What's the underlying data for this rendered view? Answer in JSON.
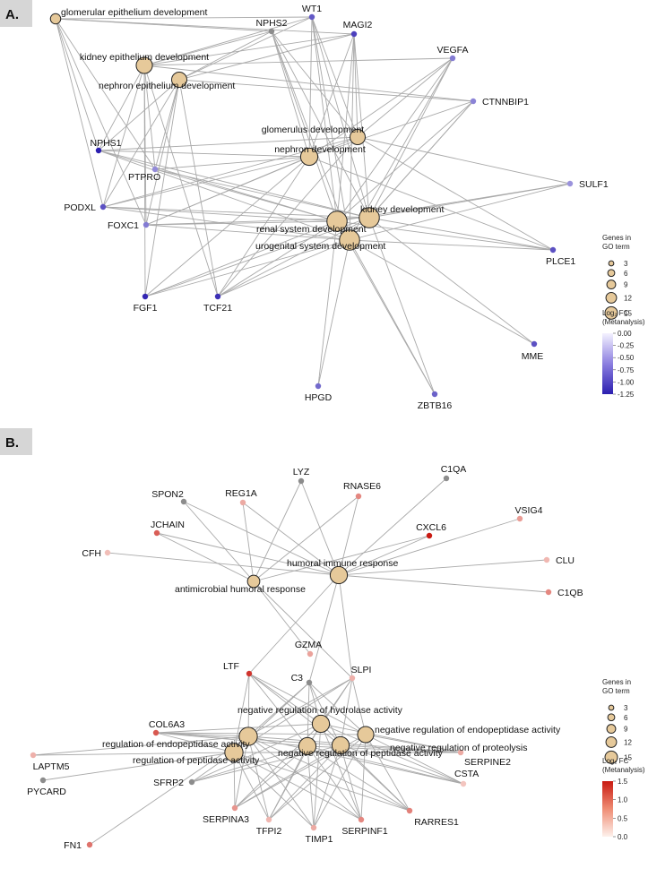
{
  "panels": [
    {
      "id": "A",
      "tag": "A.",
      "gradient": {
        "low": "#2c1fb0",
        "high": "#f2efff"
      },
      "legend": {
        "size_title": [
          "Genes in",
          "GO term"
        ],
        "size_ticks": [
          "3",
          "6",
          "9",
          "12",
          "15"
        ],
        "fc_title": [
          "Log₂ FC",
          "(Metanalysis)"
        ],
        "fc_ticks": [
          "0.00",
          "-0.25",
          "-0.50",
          "-0.75",
          "-1.00",
          "-1.25"
        ]
      },
      "terms": [
        {
          "id": "t_glom_epi",
          "label": "glomerular epithelium development",
          "genes": 5
        },
        {
          "id": "t_kid_epi",
          "label": "kidney epithelium development",
          "genes": 11
        },
        {
          "id": "t_nep_epi",
          "label": "nephron epithelium development",
          "genes": 10
        },
        {
          "id": "t_glom_dev",
          "label": "glomerulus development",
          "genes": 10
        },
        {
          "id": "t_nep_dev",
          "label": "nephron development",
          "genes": 12
        },
        {
          "id": "t_kid_dev",
          "label": "kidney development",
          "genes": 15
        },
        {
          "id": "t_renal",
          "label": "renal system development",
          "genes": 15
        },
        {
          "id": "t_urog",
          "label": "urogenital system development",
          "genes": 15
        }
      ],
      "genes": [
        {
          "id": "NPHS2",
          "label": "NPHS2",
          "fc": null,
          "color": "#8c8c8c"
        },
        {
          "id": "WT1",
          "label": "WT1",
          "fc": -0.9
        },
        {
          "id": "MAGI2",
          "label": "MAGI2",
          "fc": -1.05
        },
        {
          "id": "VEGFA",
          "label": "VEGFA",
          "fc": -0.7
        },
        {
          "id": "CTNNBIP1",
          "label": "CTNNBIP1",
          "fc": -0.65
        },
        {
          "id": "NPHS1",
          "label": "NPHS1",
          "fc": -1.3
        },
        {
          "id": "PTPRO",
          "label": "PTPRO",
          "fc": -0.6
        },
        {
          "id": "SULF1",
          "label": "SULF1",
          "fc": -0.55
        },
        {
          "id": "PODXL",
          "label": "PODXL",
          "fc": -0.95
        },
        {
          "id": "FOXC1",
          "label": "FOXC1",
          "fc": -0.7
        },
        {
          "id": "PLCE1",
          "label": "PLCE1",
          "fc": -0.95
        },
        {
          "id": "FGF1",
          "label": "FGF1",
          "fc": -1.2
        },
        {
          "id": "TCF21",
          "label": "TCF21",
          "fc": -1.15
        },
        {
          "id": "MME",
          "label": "MME",
          "fc": -0.95
        },
        {
          "id": "HPGD",
          "label": "HPGD",
          "fc": -0.8
        },
        {
          "id": "ZBTB16",
          "label": "ZBTB16",
          "fc": -0.85
        }
      ]
    },
    {
      "id": "B",
      "tag": "B.",
      "gradient": {
        "low": "#fdeee8",
        "high": "#c91a12"
      },
      "legend": {
        "size_title": [
          "Genes in",
          "GO term"
        ],
        "size_ticks": [
          "3",
          "6",
          "9",
          "12",
          "15"
        ],
        "fc_title": [
          "Log₂ FC",
          "(Metanalysis)"
        ],
        "fc_ticks": [
          "1.5",
          "1.0",
          "0.5",
          "0.0"
        ]
      },
      "terms": [
        {
          "id": "u_humoral",
          "label": "humoral immune response",
          "genes": 12
        },
        {
          "id": "u_antimic",
          "label": "antimicrobial humoral response",
          "genes": 7
        },
        {
          "id": "u_hydro",
          "label": "negative regulation of hydrolase activity",
          "genes": 12
        },
        {
          "id": "u_endo_neg",
          "label": "negative regulation of endopeptidase activity",
          "genes": 11
        },
        {
          "id": "u_endo_reg",
          "label": "regulation of endopeptidase activity",
          "genes": 13
        },
        {
          "id": "u_prot_neg",
          "label": "negative regulation of proteolysis",
          "genes": 12
        },
        {
          "id": "u_pep_reg",
          "label": "regulation of peptidase activity",
          "genes": 13
        },
        {
          "id": "u_pep_neg",
          "label": "negative regulation of peptidase activity",
          "genes": 12
        }
      ],
      "genes": [
        {
          "id": "LYZ",
          "label": "LYZ",
          "fc": null,
          "color": "#8c8c8c"
        },
        {
          "id": "C1QA",
          "label": "C1QA",
          "fc": null,
          "color": "#8c8c8c"
        },
        {
          "id": "SPON2",
          "label": "SPON2",
          "fc": null,
          "color": "#8c8c8c"
        },
        {
          "id": "REG1A",
          "label": "REG1A",
          "fc": 0.5
        },
        {
          "id": "RNASE6",
          "label": "RNASE6",
          "fc": 0.75
        },
        {
          "id": "VSIG4",
          "label": "VSIG4",
          "fc": 0.6
        },
        {
          "id": "JCHAIN",
          "label": "JCHAIN",
          "fc": 1.05
        },
        {
          "id": "CXCL6",
          "label": "CXCL6",
          "fc": 1.55
        },
        {
          "id": "CFH",
          "label": "CFH",
          "fc": 0.35
        },
        {
          "id": "CLU",
          "label": "CLU",
          "fc": 0.4
        },
        {
          "id": "C1QB",
          "label": "C1QB",
          "fc": 0.75
        },
        {
          "id": "GZMA",
          "label": "GZMA",
          "fc": 0.55
        },
        {
          "id": "LTF",
          "label": "LTF",
          "fc": 1.35
        },
        {
          "id": "C3",
          "label": "C3",
          "fc": null,
          "color": "#8c8c8c"
        },
        {
          "id": "SLPI",
          "label": "SLPI",
          "fc": 0.45
        },
        {
          "id": "COL6A3",
          "label": "COL6A3",
          "fc": 1.1
        },
        {
          "id": "LAPTM5",
          "label": "LAPTM5",
          "fc": 0.45
        },
        {
          "id": "SERPINE2",
          "label": "SERPINE2",
          "fc": 0.5
        },
        {
          "id": "CSTA",
          "label": "CSTA",
          "fc": 0.3
        },
        {
          "id": "PYCARD",
          "label": "PYCARD",
          "fc": null,
          "color": "#8c8c8c"
        },
        {
          "id": "SFRP2",
          "label": "SFRP2",
          "fc": null,
          "color": "#8c8c8c"
        },
        {
          "id": "FN1",
          "label": "FN1",
          "fc": 0.9
        },
        {
          "id": "SERPINA3",
          "label": "SERPINA3",
          "fc": 0.65
        },
        {
          "id": "TFPI2",
          "label": "TFPI2",
          "fc": 0.4
        },
        {
          "id": "TIMP1",
          "label": "TIMP1",
          "fc": 0.5
        },
        {
          "id": "SERPINF1",
          "label": "SERPINF1",
          "fc": 0.75
        },
        {
          "id": "RARRES1",
          "label": "RARRES1",
          "fc": 0.8
        }
      ]
    }
  ]
}
